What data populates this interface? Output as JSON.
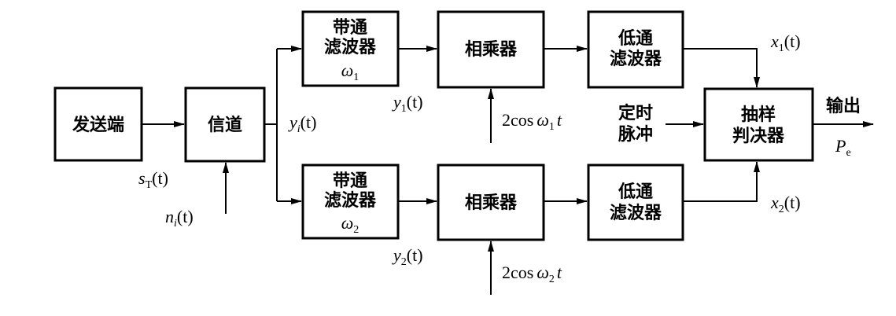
{
  "blocks": {
    "transmitter": "发送端",
    "channel": "信道",
    "bpf1": [
      "带通",
      "滤波器",
      "ω"
    ],
    "bpf2": [
      "带通",
      "滤波器",
      "ω"
    ],
    "mult1": "相乘器",
    "mult2": "相乘器",
    "lpf1": [
      "低通",
      "滤波器"
    ],
    "lpf2": [
      "低通",
      "滤波器"
    ],
    "decision": [
      "抽样",
      "判决器"
    ]
  },
  "signals": {
    "s_T": "s",
    "s_T_sub": "T",
    "n_i": "n",
    "n_i_sub": "i",
    "y_i": "y",
    "y_i_sub": "i",
    "y_1": "y",
    "y_1_sub": "1",
    "y_2": "y",
    "y_2_sub": "2",
    "x_1": "x",
    "x_1_sub": "1",
    "x_2": "x",
    "x_2_sub": "2",
    "arg": "(t)",
    "bpf1_sub": "1",
    "bpf2_sub": "2",
    "carrier_prefix": "2cos",
    "omega": "ω",
    "carrier1_sub": "1",
    "carrier2_sub": "2",
    "t": "t",
    "pulse": [
      "定时",
      "脉冲"
    ],
    "output": "输出",
    "pe": "P",
    "pe_sub": "e"
  }
}
